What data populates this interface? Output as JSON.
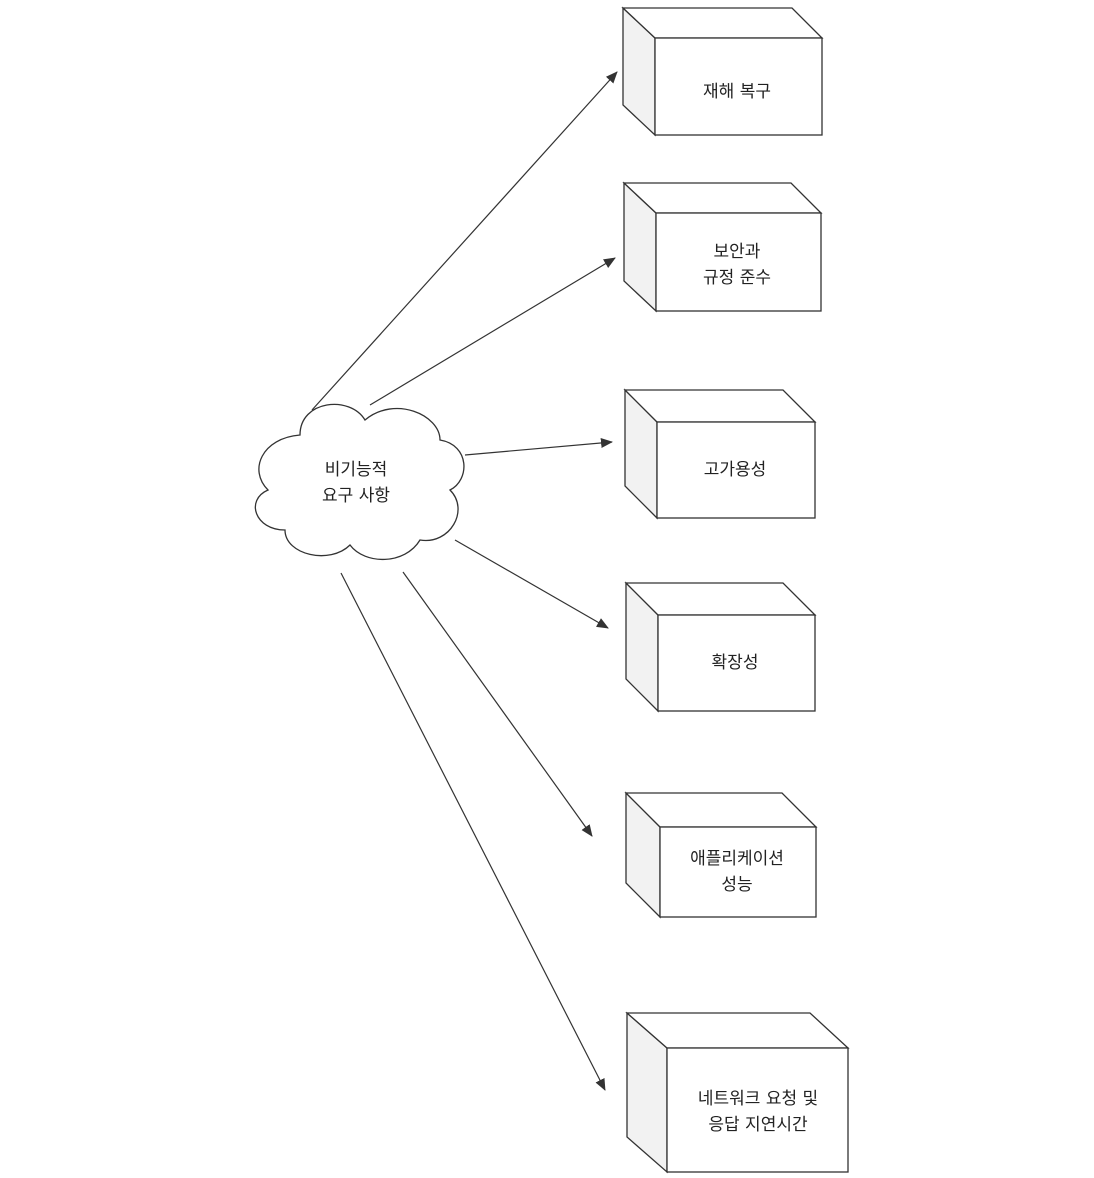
{
  "center": {
    "lines": [
      "비기능적",
      "요구 사항"
    ]
  },
  "boxes": [
    {
      "id": "disaster-recovery",
      "lines": [
        "재해 복구"
      ]
    },
    {
      "id": "security-compliance",
      "lines": [
        "보안과",
        "규정 준수"
      ]
    },
    {
      "id": "high-availability",
      "lines": [
        "고가용성"
      ]
    },
    {
      "id": "scalability",
      "lines": [
        "확장성"
      ]
    },
    {
      "id": "application-performance",
      "lines": [
        "애플리케이션",
        "성능"
      ]
    },
    {
      "id": "network-latency",
      "lines": [
        "네트워크 요청 및",
        "응답 지연시간"
      ]
    }
  ],
  "colors": {
    "stroke": "#333333",
    "box_fill": "#ffffff",
    "side_fill": "#f2f2f2",
    "text": "#222222"
  }
}
